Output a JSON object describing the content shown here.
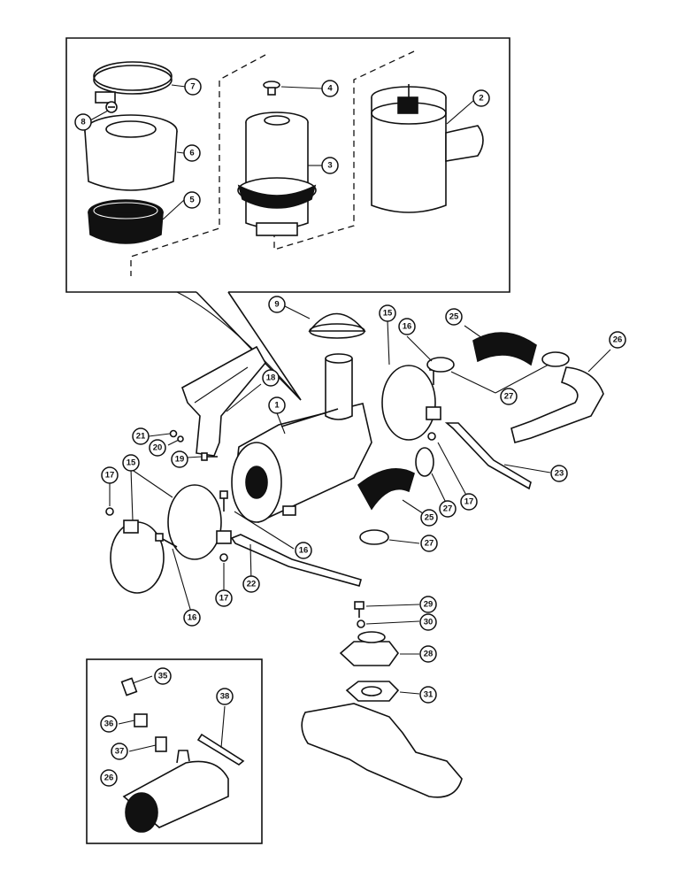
{
  "callouts": [
    {
      "id": "c7",
      "label": "7"
    },
    {
      "id": "c8",
      "label": "8"
    },
    {
      "id": "c4",
      "label": "4"
    },
    {
      "id": "c2",
      "label": "2"
    },
    {
      "id": "c6",
      "label": "6"
    },
    {
      "id": "c3",
      "label": "3"
    },
    {
      "id": "c5",
      "label": "5"
    },
    {
      "id": "c9",
      "label": "9"
    },
    {
      "id": "c15a",
      "label": "15"
    },
    {
      "id": "c16a",
      "label": "16"
    },
    {
      "id": "c25a",
      "label": "25"
    },
    {
      "id": "c26a",
      "label": "26"
    },
    {
      "id": "c27a",
      "label": "27"
    },
    {
      "id": "c18",
      "label": "18"
    },
    {
      "id": "c1",
      "label": "1"
    },
    {
      "id": "c21",
      "label": "21"
    },
    {
      "id": "c20",
      "label": "20"
    },
    {
      "id": "c19",
      "label": "19"
    },
    {
      "id": "c17a",
      "label": "17"
    },
    {
      "id": "c15b",
      "label": "15"
    },
    {
      "id": "c23",
      "label": "23"
    },
    {
      "id": "c17b",
      "label": "17"
    },
    {
      "id": "c27b",
      "label": "27"
    },
    {
      "id": "c25b",
      "label": "25"
    },
    {
      "id": "c27c",
      "label": "27"
    },
    {
      "id": "c16b",
      "label": "16"
    },
    {
      "id": "c22",
      "label": "22"
    },
    {
      "id": "c17c",
      "label": "17"
    },
    {
      "id": "c16c",
      "label": "16"
    },
    {
      "id": "c29",
      "label": "29"
    },
    {
      "id": "c30",
      "label": "30"
    },
    {
      "id": "c28",
      "label": "28"
    },
    {
      "id": "c31",
      "label": "31"
    },
    {
      "id": "c35",
      "label": "35"
    },
    {
      "id": "c38",
      "label": "38"
    },
    {
      "id": "c36",
      "label": "36"
    },
    {
      "id": "c37",
      "label": "37"
    },
    {
      "id": "c26b",
      "label": "26"
    }
  ]
}
